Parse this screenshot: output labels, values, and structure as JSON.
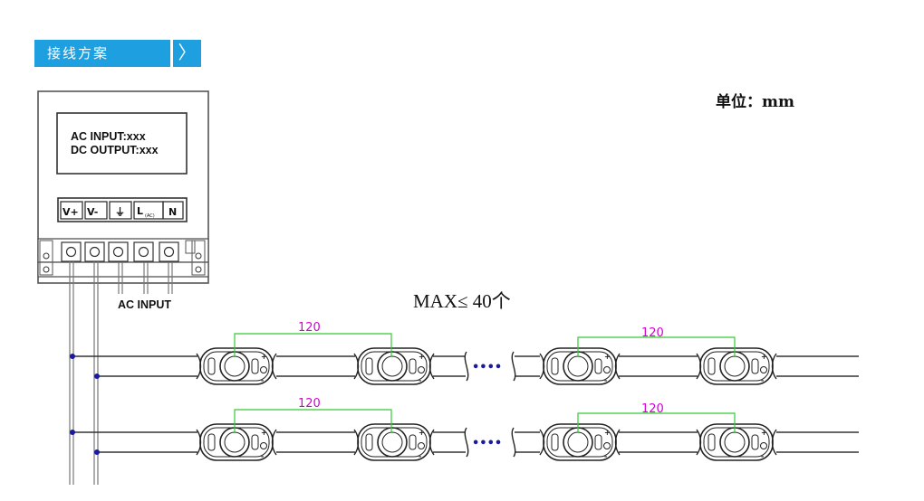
{
  "header": {
    "title": "接线方案",
    "arrow_icon": "chevron-right-icon"
  },
  "unit_label": "单位：mm",
  "power_supply": {
    "label_line1": "AC INPUT:xxx",
    "label_line2": "DC OUTPUT:xxx",
    "terminals": [
      "V+",
      "V-",
      "⏚",
      "L",
      "N"
    ],
    "terminal_small": "(AC)",
    "ac_input_label": "AC INPUT"
  },
  "max_label": "MAX≤ 40个",
  "spacing_label": "120",
  "ellipsis": "••••",
  "colors": {
    "accent": "#1e9fe0",
    "dimension": "#d400d4",
    "dimline": "#33cc33",
    "node": "#1a1aa0"
  }
}
